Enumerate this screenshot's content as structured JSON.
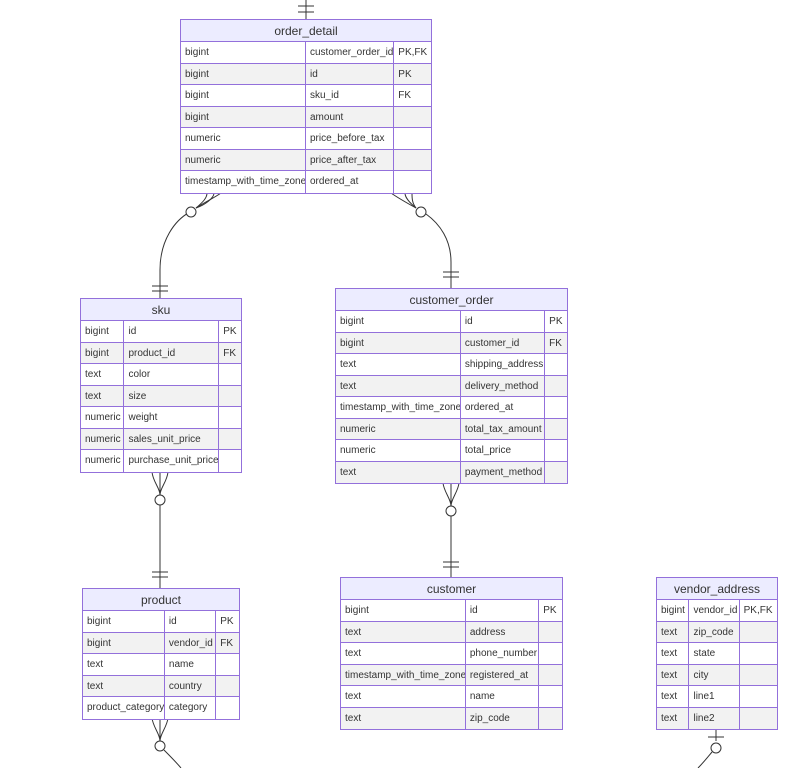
{
  "entities": [
    {
      "id": "order_detail",
      "name": "order_detail",
      "rows": [
        [
          "bigint",
          "customer_order_id",
          "PK,FK"
        ],
        [
          "bigint",
          "id",
          "PK"
        ],
        [
          "bigint",
          "sku_id",
          "FK"
        ],
        [
          "bigint",
          "amount",
          ""
        ],
        [
          "numeric",
          "price_before_tax",
          ""
        ],
        [
          "numeric",
          "price_after_tax",
          ""
        ],
        [
          "timestamp_with_time_zone",
          "ordered_at",
          ""
        ]
      ]
    },
    {
      "id": "sku",
      "name": "sku",
      "rows": [
        [
          "bigint",
          "id",
          "PK"
        ],
        [
          "bigint",
          "product_id",
          "FK"
        ],
        [
          "text",
          "color",
          ""
        ],
        [
          "text",
          "size",
          ""
        ],
        [
          "numeric",
          "weight",
          ""
        ],
        [
          "numeric",
          "sales_unit_price",
          ""
        ],
        [
          "numeric",
          "purchase_unit_price",
          ""
        ]
      ]
    },
    {
      "id": "customer_order",
      "name": "customer_order",
      "rows": [
        [
          "bigint",
          "id",
          "PK"
        ],
        [
          "bigint",
          "customer_id",
          "FK"
        ],
        [
          "text",
          "shipping_address",
          ""
        ],
        [
          "text",
          "delivery_method",
          ""
        ],
        [
          "timestamp_with_time_zone",
          "ordered_at",
          ""
        ],
        [
          "numeric",
          "total_tax_amount",
          ""
        ],
        [
          "numeric",
          "total_price",
          ""
        ],
        [
          "text",
          "payment_method",
          ""
        ]
      ]
    },
    {
      "id": "product",
      "name": "product",
      "rows": [
        [
          "bigint",
          "id",
          "PK"
        ],
        [
          "bigint",
          "vendor_id",
          "FK"
        ],
        [
          "text",
          "name",
          ""
        ],
        [
          "text",
          "country",
          ""
        ],
        [
          "product_category",
          "category",
          ""
        ]
      ]
    },
    {
      "id": "customer",
      "name": "customer",
      "rows": [
        [
          "bigint",
          "id",
          "PK"
        ],
        [
          "text",
          "address",
          ""
        ],
        [
          "text",
          "phone_number",
          ""
        ],
        [
          "timestamp_with_time_zone",
          "registered_at",
          ""
        ],
        [
          "text",
          "name",
          ""
        ],
        [
          "text",
          "zip_code",
          ""
        ]
      ]
    },
    {
      "id": "vendor_address",
      "name": "vendor_address",
      "rows": [
        [
          "bigint",
          "vendor_id",
          "PK,FK"
        ],
        [
          "text",
          "zip_code",
          ""
        ],
        [
          "text",
          "state",
          ""
        ],
        [
          "text",
          "city",
          ""
        ],
        [
          "text",
          "line1",
          ""
        ],
        [
          "text",
          "line2",
          ""
        ]
      ]
    }
  ],
  "relationships": [
    {
      "from": "customer_order",
      "to": "order_detail",
      "from_card": "one",
      "to_card": "zero-or-many"
    },
    {
      "from": "sku",
      "to": "order_detail",
      "from_card": "one",
      "to_card": "zero-or-many"
    },
    {
      "from": "product",
      "to": "sku",
      "from_card": "one",
      "to_card": "zero-or-many"
    },
    {
      "from": "customer",
      "to": "customer_order",
      "from_card": "one",
      "to_card": "zero-or-many"
    }
  ],
  "colors": {
    "entity_border": "#9370db",
    "entity_header": "#ececff",
    "row_alt": "#f2f2f2",
    "edge": "#333333",
    "text": "#333333"
  }
}
